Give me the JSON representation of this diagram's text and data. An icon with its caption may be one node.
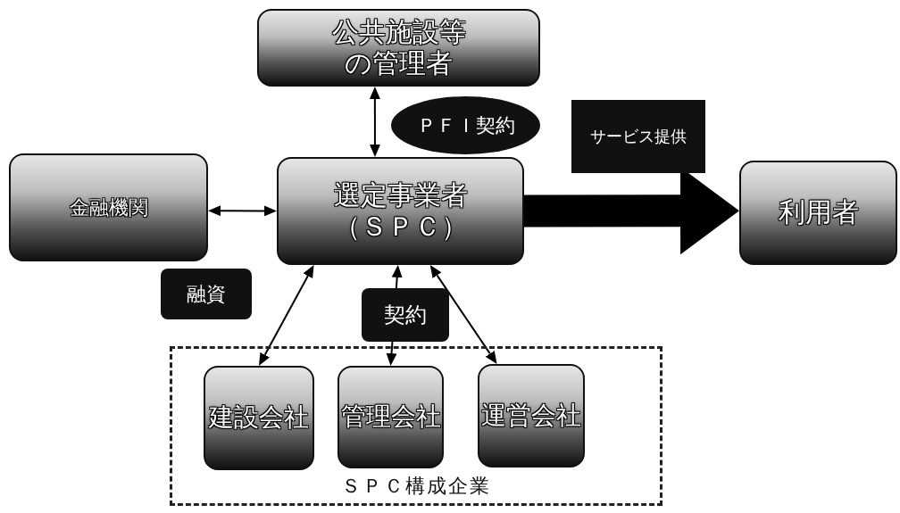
{
  "diagram": {
    "nodes": [
      {
        "text": [
          "公共施設等の管理者"
        ]
      },
      {
        "text": [
          "金融機関"
        ]
      },
      {
        "text": [
          "選定事業者（ＳＰＣ）"
        ]
      },
      {
        "text": [
          "利用者"
        ]
      },
      {
        "text": [
          "ＳＰＣ構成企業"
        ]
      },
      {
        "text": [
          "建設会社"
        ],
        "in": 4
      },
      {
        "text": [
          "管理会社"
        ],
        "in": 4
      },
      {
        "text": [
          "運営会社"
        ],
        "in": 4
      }
    ],
    "edges": [
      {
        "from": 0,
        "to": 2,
        "arrow": "both",
        "label": "ＰＦＩ契約"
      },
      {
        "from": 1,
        "to": 2,
        "arrow": "both",
        "label": "融資"
      },
      {
        "from": 2,
        "to": 3,
        "arrow": "to",
        "label": "サービス提供",
        "style": "thick"
      },
      {
        "from": 2,
        "to": 5,
        "arrow": "both"
      },
      {
        "from": 2,
        "to": 6,
        "arrow": "both",
        "label": "契約"
      },
      {
        "from": 2,
        "to": 7,
        "arrow": "both"
      }
    ]
  }
}
